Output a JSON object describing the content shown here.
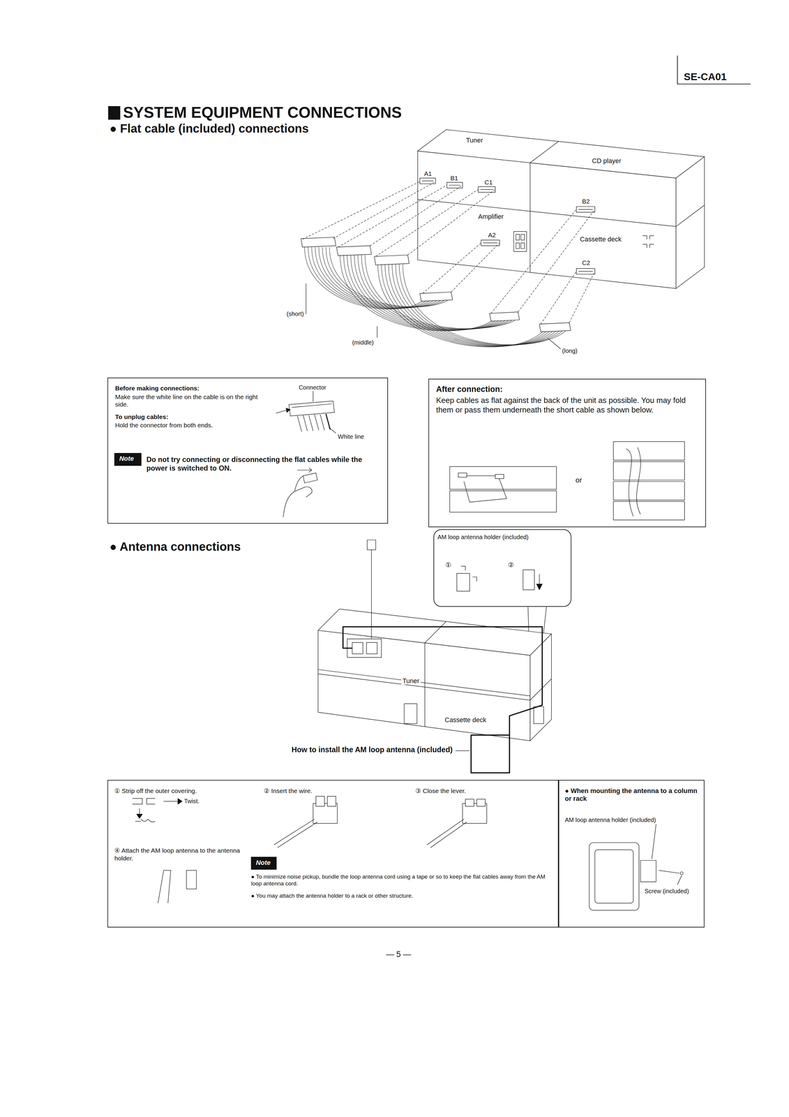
{
  "diagram": {
    "title": "SYSTEM EQUIPMENT CONNECTIONS",
    "nodes": [
      {
        "text": [
          "Before making connections:",
          "Make sure the white line on the cable is on the right side.",
          "To unplug cables:",
          "Hold the connector from both ends.",
          "Connector",
          "White line",
          "Do not try connecting or disconnecting the flat cables while the power is switched to ON."
        ]
      },
      {
        "text": [
          "Note"
        ],
        "in": 0
      },
      {
        "text": [
          "After connection:",
          "Keep cables as flat against the back of the unit as possible. You may fold them or pass them underneath the short cable as shown below.",
          "or"
        ]
      },
      {
        "text": [
          "AM loop antenna holder (included)",
          "①",
          "②"
        ]
      },
      {
        "text": [
          "① Strip off the outer covering.",
          "Twist.",
          "② Insert the wire.",
          "③ Close the lever.",
          "④ Attach the AM loop antenna to the antenna holder.",
          "● To minimize noise pickup, bundle the loop antenna cord using a tape or so to keep the flat cables away from the AM loop antenna cord.",
          "● You may attach the antenna holder to a rack or other structure."
        ]
      },
      {
        "text": [
          "Note"
        ],
        "in": 4
      },
      {
        "text": [
          "● When mounting the antenna to a column or rack",
          "AM loop antenna holder (included)",
          "Screw (included)"
        ]
      }
    ],
    "labels": [
      "SE-CA01",
      "● Flat cable (included) connections",
      "Tuner",
      "CD player",
      "A1",
      "B1",
      "C1",
      "B2",
      "Amplifier",
      "A2",
      "Cassette deck",
      "C2",
      "(short)",
      "(middle)",
      "(long)",
      "● Antenna connections",
      "Tuner",
      "Cassette deck",
      "How to install the AM loop antenna (included)",
      "— 5 —"
    ]
  }
}
